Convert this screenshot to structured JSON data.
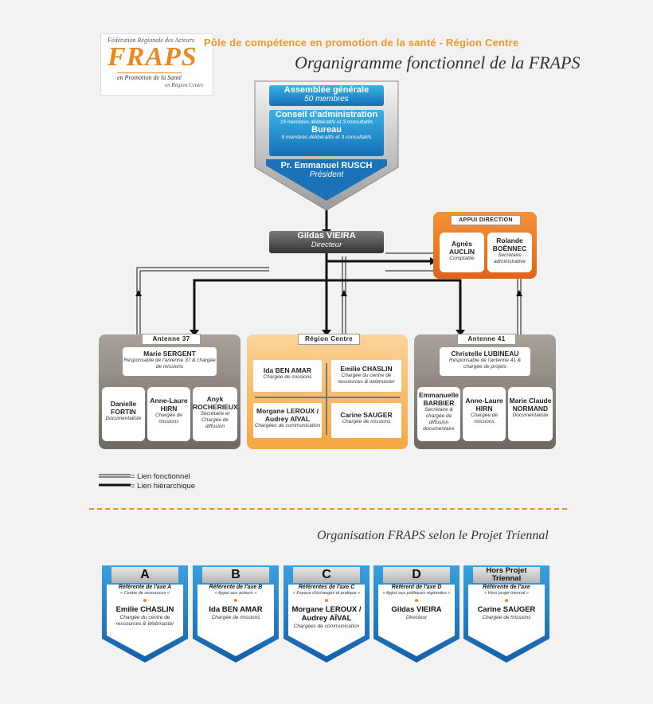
{
  "header": {
    "logo_line1": "Fédération Régionale des Acteurs",
    "logo_name": "FRAPS",
    "logo_line2": "en Promotion de la Santé",
    "logo_line3": "en Région Centre",
    "pole": "Pôle de compétence en promotion de la santé - Région Centre",
    "title": "Organigramme fonctionnel de la FRAPS"
  },
  "governance": {
    "ag_title": "Assemblée générale",
    "ag_sub": "50 membres",
    "ca_title": "Conseil d’administration",
    "ca_sub": "16 membres délibératifs et 3 consultatifs",
    "bureau_title": "Bureau",
    "bureau_sub": "9 membres délibératifs et 3 consultatifs",
    "president_name": "Pr. Emmanuel RUSCH",
    "president_role": "Président"
  },
  "director": {
    "name": "Gildas VIEIRA",
    "role": "Directeur"
  },
  "appui": {
    "title": "Appui direction",
    "p1_name": "Agnès AUCLIN",
    "p1_role": "Comptable",
    "p2_name": "Rolande BOËNNEC",
    "p2_role": "Secrétaire administrative"
  },
  "antenne37": {
    "title": "Antenne 37",
    "head_name": "Marie SERGENT",
    "head_role": "Responsable de l'antenne 37 & chargée de missions",
    "m1_name": "Danielle FORTIN",
    "m1_role": "Documentaliste",
    "m2_name": "Anne-Laure HIRN",
    "m2_role": "Chargée de missions",
    "m3_name": "Anyk ROCHERIEUX",
    "m3_role": "Secrétaire et Chargée de diffusion"
  },
  "region": {
    "title": "Région Centre",
    "p1_name": "Ida BEN AMAR",
    "p1_role": "Chargée de missions",
    "p2_name": "Emilie CHASLIN",
    "p2_role": "Chargée du centre de ressources & webmaster",
    "p3_name": "Morgane LEROUX / Audrey AÏVAL",
    "p3_role": "Chargées de communication",
    "p4_name": "Carine SAUGER",
    "p4_role": "Chargée de missions"
  },
  "antenne41": {
    "title": "Antenne 41",
    "head_name": "Christelle LUBINEAU",
    "head_role": "Responsable de l'antenne 41 & chargée de projets",
    "m1_name": "Emmanuelle BARBIER",
    "m1_role": "Secrétaire & chargée de diffusion documentaire",
    "m2_name": "Anne-Laure HIRN",
    "m2_role": "Chargée de missions",
    "m3_name": "Marie Claude NORMAND",
    "m3_role": "Documentaliste"
  },
  "legend": {
    "fonctionnel": "= Lien fonctionnel",
    "hierarchique": "= Lien hiérarchique"
  },
  "triennal": {
    "title": "Organisation FRAPS selon le Projet Triennal",
    "axes": [
      {
        "letter": "A",
        "ref": "Référente de l'axe A",
        "tag": "« Centre de ressources »",
        "name": "Emilie CHASLIN",
        "role": "Chargée du centre de ressources & Webmaster"
      },
      {
        "letter": "B",
        "ref": "Référente de l'axe B",
        "tag": "« Appui aux acteurs »",
        "name": "Ida BEN AMAR",
        "role": "Chargée de missions"
      },
      {
        "letter": "C",
        "ref": "Référentes de l'axe C",
        "tag": "« Espace d'échanges et pratique »",
        "name": "Morgane LEROUX / Audrey AÏVAL",
        "role": "Chargées de communication"
      },
      {
        "letter": "D",
        "ref": "Référent de l'axe D",
        "tag": "« Appui aux politiques régionales »",
        "name": "Gildas VIEIRA",
        "role": "Directeur"
      },
      {
        "letter": "Hors Projet Triennal",
        "ref": "Référente de l'axe",
        "tag": "« Hors projet triennal »",
        "name": "Carine SAUGER",
        "role": "Chargée de missions"
      }
    ]
  }
}
